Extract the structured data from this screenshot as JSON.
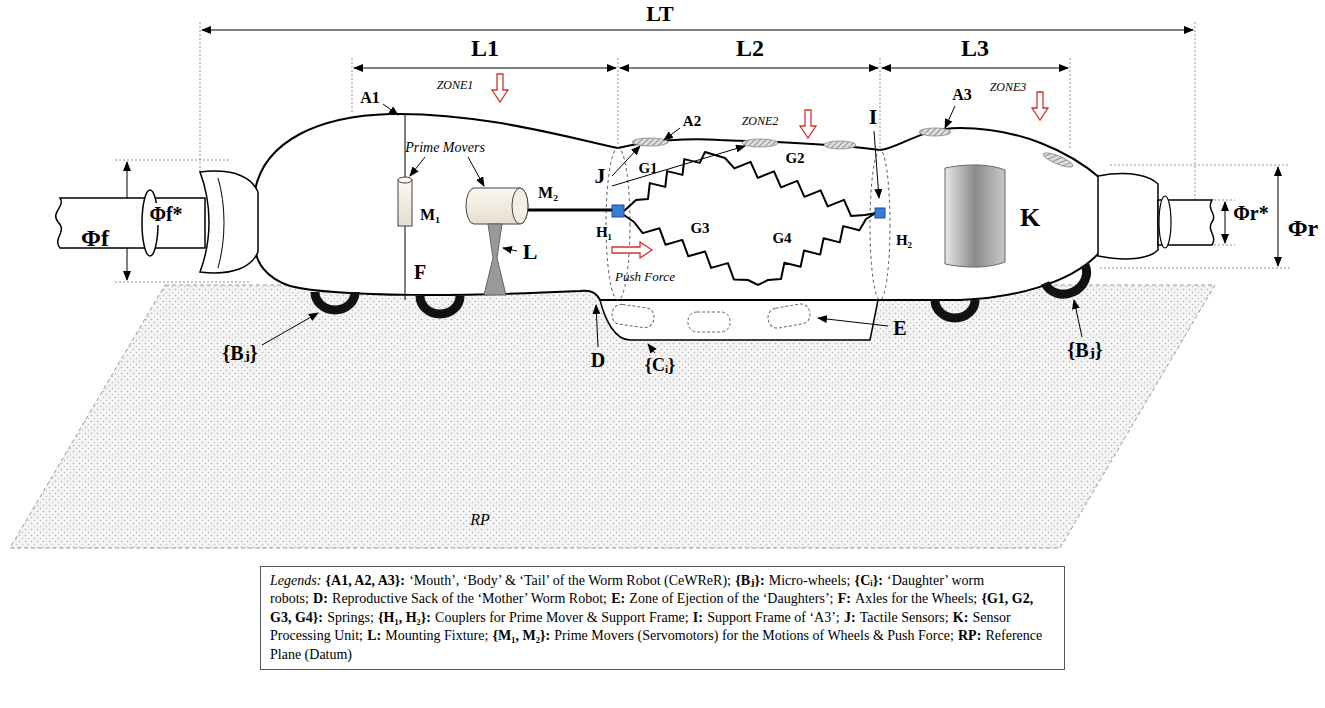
{
  "diagram": {
    "nodes": [
      {
        "text": [
          "Legends:",
          "{A1, A2, A3}:",
          "‘Mouth’, ‘Body’ & ‘Tail’ of the Worm Robot (CeWReR);",
          "{Bⱼ}:",
          "Micro-wheels;",
          "{Cᵢ}:",
          "‘Daughter’ worm robots;",
          "D:",
          "Reproductive Sack of the ‘Mother’ Worm Robot;",
          "E:",
          "Zone of Ejection of the ‘Daughters’;",
          "F:",
          "Axles for the Wheels;",
          "{G1, G2, G3, G4}:",
          "Springs;",
          "{H₁, H₂}:",
          "Couplers for Prime Mover & Support Frame;",
          "I:",
          "Support Frame of ‘A3’;",
          "J:",
          "Tactile Sensors;",
          "K:",
          "Sensor Processing Unit;",
          "L:",
          "Mounting Fixture;",
          "{M₁, M₂}:",
          "Prime Movers (Servomotors) for the Motions of Wheels & Push Force;",
          "RP:",
          "Reference Plane (Datum)"
        ]
      }
    ],
    "labels": [
      "LT",
      "L1",
      "L2",
      "L3",
      "A1",
      "ZONE1",
      "A2",
      "ZONE2",
      "I",
      "A3",
      "ZONE3",
      "J",
      "Prime Movers",
      "Φf",
      "Φf*",
      "M₁",
      "M₂",
      "G1",
      "G2",
      "H₁",
      "G3",
      "G4",
      "H₂",
      "K",
      "Φr",
      "Φr*",
      "F",
      "L",
      "Push Force",
      "{Bⱼ}",
      "D",
      "{Cᵢ}",
      "E",
      "{Bⱼ}",
      "RP"
    ]
  }
}
